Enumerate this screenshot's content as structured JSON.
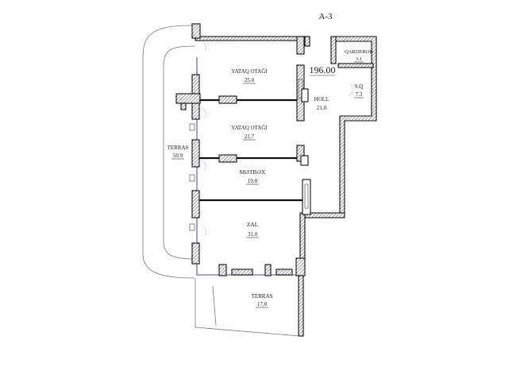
{
  "plan": {
    "unit_code": "A-3",
    "total_area": "196.00",
    "unit_color": "#cc2222",
    "total_color": "#2a2a8a",
    "glazing_color": "#8a86c8",
    "rooms": [
      {
        "key": "yataq1",
        "name": "YATAQ OTAĞI",
        "area": "25.0"
      },
      {
        "key": "holl",
        "name": "HOLL",
        "area": "21.0"
      },
      {
        "key": "qardebob",
        "name": "QARDEROB",
        "area": "3.1"
      },
      {
        "key": "sq",
        "name": "S.Q",
        "area": "7.3"
      },
      {
        "key": "yataq2",
        "name": "YATAQ OTAĞI",
        "area": "21.7"
      },
      {
        "key": "terras1",
        "name": "TERRAS",
        "area": "50.9"
      },
      {
        "key": "metbex",
        "name": "MƏTBƏX",
        "area": "19.0"
      },
      {
        "key": "zal",
        "name": "ZAL",
        "area": "31.0"
      },
      {
        "key": "terras2",
        "name": "TERRAS",
        "area": "17.0"
      }
    ]
  }
}
